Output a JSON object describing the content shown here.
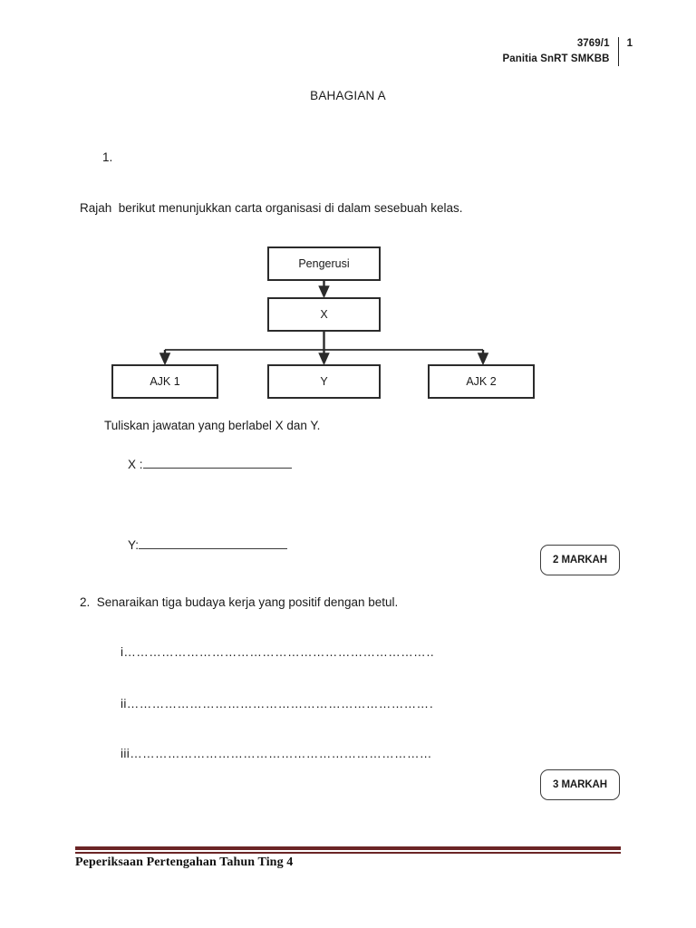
{
  "header": {
    "paper_code": "3769/1",
    "institution": "Panitia SnRT SMKBB",
    "page_number": "1"
  },
  "section": {
    "title": "BAHAGIAN A"
  },
  "question1": {
    "number": "1.",
    "stem": "Rajah  berikut menunjukkan carta organisasi di dalam sesebuah kelas.",
    "prompt": "Tuliskan jawatan yang berlabel X dan Y.",
    "answers": [
      {
        "label": "X :",
        "value": ""
      },
      {
        "label": "Y:",
        "value": ""
      }
    ],
    "marks_badge": "2 MARKAH"
  },
  "chart_data": {
    "type": "diagram",
    "title": "Carta organisasi di dalam sesebuah kelas",
    "nodes": [
      {
        "id": "pengerusi",
        "label": "Pengerusi",
        "level": 0
      },
      {
        "id": "x",
        "label": "X",
        "level": 1
      },
      {
        "id": "ajk1",
        "label": "AJK 1",
        "level": 2
      },
      {
        "id": "y",
        "label": "Y",
        "level": 2
      },
      {
        "id": "ajk2",
        "label": "AJK 2",
        "level": 2
      }
    ],
    "edges": [
      {
        "from": "pengerusi",
        "to": "x"
      },
      {
        "from": "x",
        "to": "ajk1"
      },
      {
        "from": "x",
        "to": "y"
      },
      {
        "from": "x",
        "to": "ajk2"
      }
    ]
  },
  "question2": {
    "stem": "2.  Senaraikan tiga budaya kerja yang positif dengan betul.",
    "answer_lines": [
      {
        "marker": "i",
        "dots": "i…………………………………………………………………………………."
      },
      {
        "marker": "ii",
        "dots": "ii…………………………………………………………………………………"
      },
      {
        "marker": "iii",
        "dots": "iii………………………………………………………………………………"
      }
    ],
    "marks_badge": "3 MARKAH"
  },
  "footer": {
    "text": "Peperiksaan Pertengahan Tahun Ting 4",
    "rule_color": "#6b2526"
  }
}
